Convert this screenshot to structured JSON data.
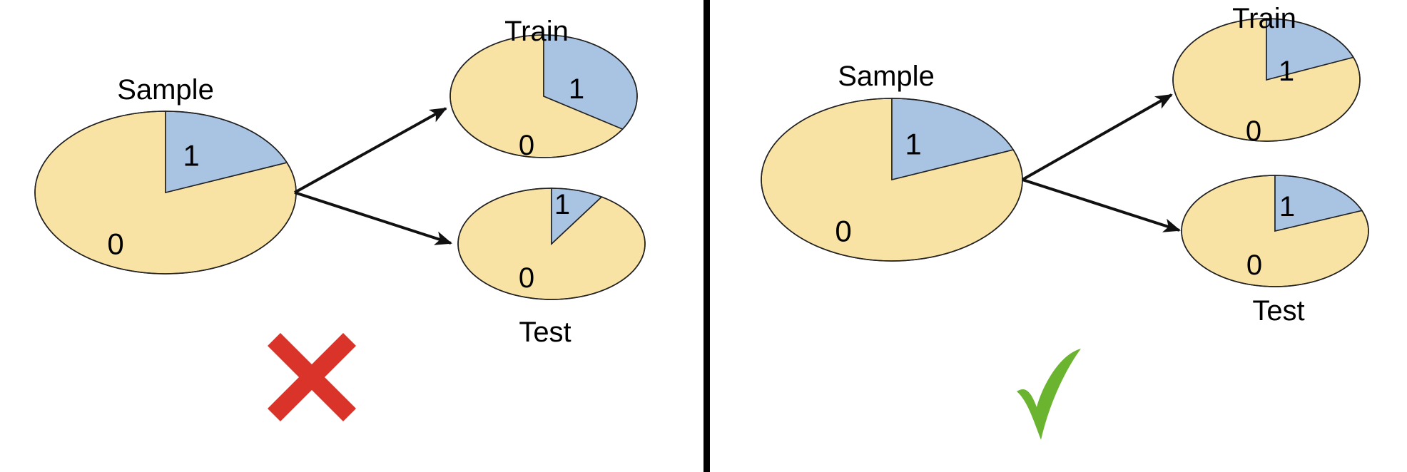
{
  "colors": {
    "class_0": "#f9e3a4",
    "class_1": "#a9c3e3",
    "divider": "#000000",
    "cross": "#d9332a",
    "check": "#6ab42f"
  },
  "panels": [
    {
      "verdict": "incorrect",
      "verdict_icon": "cross-icon",
      "pies": [
        {
          "role": "sample",
          "title": "Sample",
          "class_1_share": 0.19,
          "slice_labels": [
            "0",
            "1"
          ]
        },
        {
          "role": "train",
          "title": "Train",
          "class_1_share": 0.34,
          "slice_labels": [
            "0",
            "1"
          ]
        },
        {
          "role": "test",
          "title": "Test",
          "class_1_share": 0.09,
          "slice_labels": [
            "0",
            "1"
          ]
        }
      ]
    },
    {
      "verdict": "correct",
      "verdict_icon": "check-icon",
      "pies": [
        {
          "role": "sample",
          "title": "Sample",
          "class_1_share": 0.19,
          "slice_labels": [
            "0",
            "1"
          ]
        },
        {
          "role": "train",
          "title": "Train",
          "class_1_share": 0.19,
          "slice_labels": [
            "0",
            "1"
          ]
        },
        {
          "role": "test",
          "title": "Test",
          "class_1_share": 0.19,
          "slice_labels": [
            "0",
            "1"
          ]
        }
      ]
    }
  ]
}
